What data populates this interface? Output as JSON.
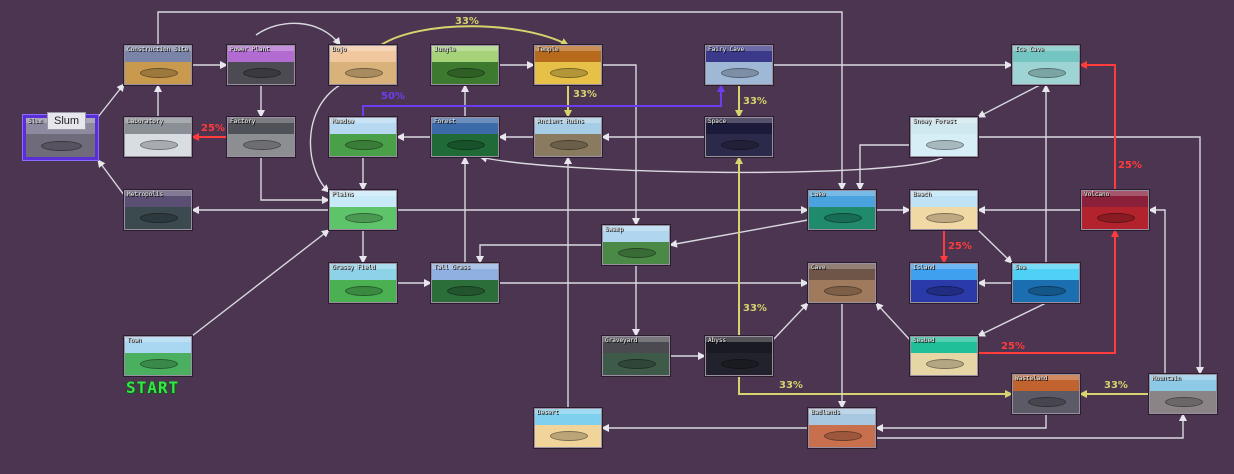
{
  "colors": {
    "background": "#4b3550",
    "edge": "#cfcfd6",
    "yellow": "#d6d46e",
    "red": "#ff3b3b",
    "purple": "#6a3ff0",
    "start": "#39e34a"
  },
  "tooltip": {
    "text": "Slum"
  },
  "start_label": "START",
  "nodes": [
    {
      "id": "slum",
      "label": "Slum",
      "sky": "#8d8aa0",
      "ground": "#6f6b7a",
      "selected": true
    },
    {
      "id": "construction-site",
      "label": "Construction Site",
      "sky": "#7a84a8",
      "ground": "#c99a4e"
    },
    {
      "id": "power-plant",
      "label": "Power Plant",
      "sky": "#b26bd1",
      "ground": "#4c4a52"
    },
    {
      "id": "dojo",
      "label": "Dojo",
      "sky": "#f1c7a0",
      "ground": "#d8b27a"
    },
    {
      "id": "jungle",
      "label": "Jungle",
      "sky": "#a6d37a",
      "ground": "#3d7a30"
    },
    {
      "id": "temple",
      "label": "Temple",
      "sky": "#b86a1c",
      "ground": "#e6c047"
    },
    {
      "id": "fairy-cave",
      "label": "Fairy Cave",
      "sky": "#3b3a8a",
      "ground": "#9fb8d6"
    },
    {
      "id": "ice-cave",
      "label": "Ice Cave",
      "sky": "#74c4c1",
      "ground": "#9ed4d4"
    },
    {
      "id": "laboratory",
      "label": "Laboratory",
      "sky": "#8a8e95",
      "ground": "#d8dde2"
    },
    {
      "id": "factory",
      "label": "Factory",
      "sky": "#505259",
      "ground": "#8d8e92"
    },
    {
      "id": "meadow",
      "label": "Meadow",
      "sky": "#b7d8f1",
      "ground": "#4aa048"
    },
    {
      "id": "forest",
      "label": "Forest",
      "sky": "#3d6aa8",
      "ground": "#1f6a36"
    },
    {
      "id": "ancient-ruins",
      "label": "Ancient Ruins",
      "sky": "#a7cce6",
      "ground": "#8a7a5f"
    },
    {
      "id": "space",
      "label": "Space",
      "sky": "#1c1a3a",
      "ground": "#2c2a4a"
    },
    {
      "id": "snowy-forest",
      "label": "Snowy Forest",
      "sky": "#cfe7ef",
      "ground": "#d6eef5"
    },
    {
      "id": "metropolis",
      "label": "Metropolis",
      "sky": "#5a4e72",
      "ground": "#3a4a4e"
    },
    {
      "id": "plains",
      "label": "Plains",
      "sky": "#c8e9f7",
      "ground": "#5ec46a"
    },
    {
      "id": "lake",
      "label": "Lake",
      "sky": "#4aa3de",
      "ground": "#1f8a6c"
    },
    {
      "id": "beach",
      "label": "Beach",
      "sky": "#bfe3f4",
      "ground": "#f1d9a6"
    },
    {
      "id": "volcano",
      "label": "Volcano",
      "sky": "#8a1f3a",
      "ground": "#b3232e"
    },
    {
      "id": "swamp",
      "label": "Swamp",
      "sky": "#b0d6ef",
      "ground": "#4a8a46"
    },
    {
      "id": "grassy-field",
      "label": "Grassy Field",
      "sky": "#8ed2e8",
      "ground": "#4ab052"
    },
    {
      "id": "tall-grass",
      "label": "Tall Grass",
      "sky": "#8fb0e0",
      "ground": "#2c6e3a"
    },
    {
      "id": "cave",
      "label": "Cave",
      "sky": "#6e5548",
      "ground": "#a07a5c"
    },
    {
      "id": "island",
      "label": "Island",
      "sky": "#3fa0f0",
      "ground": "#2a3aa8"
    },
    {
      "id": "sea",
      "label": "Sea",
      "sky": "#4fd0f5",
      "ground": "#1b6fb0"
    },
    {
      "id": "town",
      "label": "Town",
      "sky": "#a9d6f0",
      "ground": "#4ab060"
    },
    {
      "id": "graveyard",
      "label": "Graveyard",
      "sky": "#4a4a50",
      "ground": "#3e5a48"
    },
    {
      "id": "abyss",
      "label": "Abyss",
      "sky": "#1a1a22",
      "ground": "#22222c"
    },
    {
      "id": "seabed",
      "label": "Seabed",
      "sky": "#1fbf9a",
      "ground": "#e6d6a6"
    },
    {
      "id": "wasteland",
      "label": "Wasteland",
      "sky": "#c0632e",
      "ground": "#5c5a66"
    },
    {
      "id": "mountain",
      "label": "Mountain",
      "sky": "#8ecae6",
      "ground": "#8a8486"
    },
    {
      "id": "desert",
      "label": "Desert",
      "sky": "#7fd0ef",
      "ground": "#f0d49a"
    },
    {
      "id": "badlands",
      "label": "Badlands",
      "sky": "#a7c8e0",
      "ground": "#c8704e"
    }
  ],
  "percent_labels": [
    {
      "id": "dojo-temple",
      "text": "33%",
      "color": "yellow"
    },
    {
      "id": "temple-ruins",
      "text": "33%",
      "color": "yellow"
    },
    {
      "id": "fairycave-space",
      "text": "33%",
      "color": "yellow"
    },
    {
      "id": "meadow-fairycave",
      "text": "50%",
      "color": "purple"
    },
    {
      "id": "factory-laboratory",
      "text": "25%",
      "color": "red"
    },
    {
      "id": "volcano-icecave",
      "text": "25%",
      "color": "red"
    },
    {
      "id": "beach-island",
      "text": "25%",
      "color": "red"
    },
    {
      "id": "seabed-volcano",
      "text": "25%",
      "color": "red"
    },
    {
      "id": "abyss-space",
      "text": "33%",
      "color": "yellow"
    },
    {
      "id": "abyss-wasteland",
      "text": "33%",
      "color": "yellow"
    },
    {
      "id": "mountain-wasteland",
      "text": "33%",
      "color": "yellow"
    }
  ]
}
